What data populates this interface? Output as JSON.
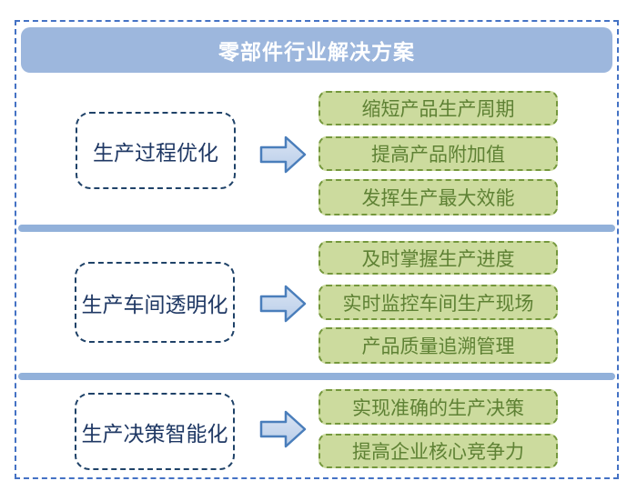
{
  "title": "零部件行业解决方案",
  "sections": [
    {
      "label": "生产过程优化",
      "items": [
        "缩短产品生产周期",
        "提高产品附加值",
        "发挥生产最大效能"
      ]
    },
    {
      "label": "生产车间透明化",
      "items": [
        "及时掌握生产进度",
        "实时监控车间生产现场",
        "产品质量追溯管理"
      ]
    },
    {
      "label": "生产决策智能化",
      "items": [
        "实现准确的生产决策",
        "提高企业核心竞争力"
      ]
    }
  ],
  "colors": {
    "outer_border": "#4472c4",
    "header_bg": "#9db7dd",
    "header_text": "#ffffff",
    "left_box_border": "#1f4268",
    "left_box_text": "#1f3864",
    "arrow_fill_light": "#d9e4f3",
    "arrow_fill_dark": "#b9cde9",
    "arrow_border": "#4a7ebb",
    "green_box_bg": "#ccdb9e",
    "green_box_border": "#75983d",
    "green_box_text": "#5e8134",
    "divider": "#92b1da"
  }
}
